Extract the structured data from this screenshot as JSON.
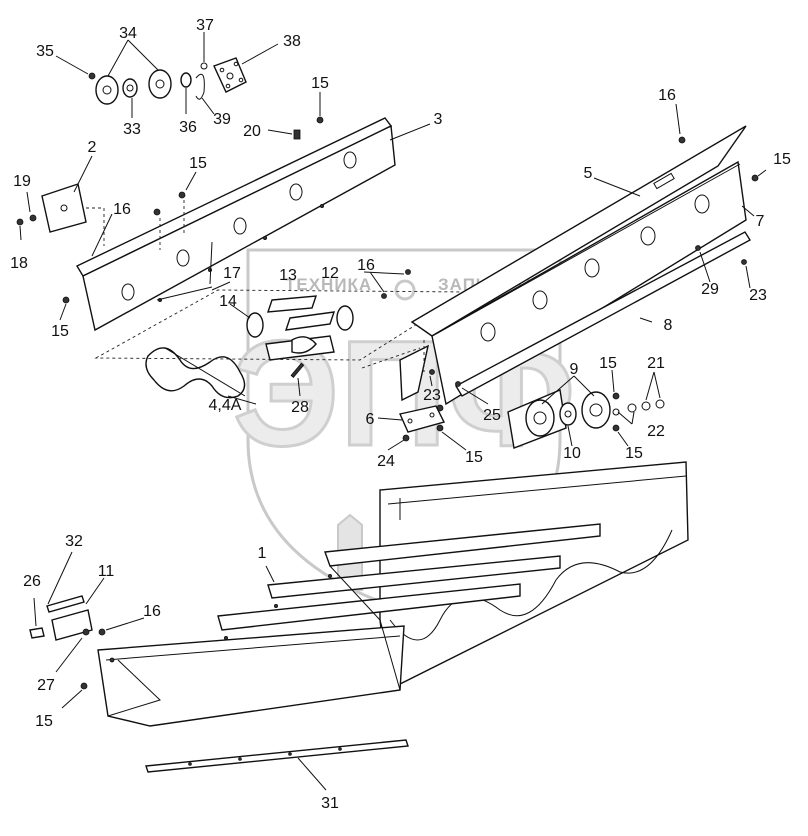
{
  "watermark": {
    "left_text": "ТЕХНИКА",
    "right_text": "ЗАПЧАСТИ",
    "big_text": "ЭПФ"
  },
  "callouts": [
    {
      "id": "c34",
      "label": "34"
    },
    {
      "id": "c35",
      "label": "35"
    },
    {
      "id": "c33",
      "label": "33"
    },
    {
      "id": "c37",
      "label": "37"
    },
    {
      "id": "c38",
      "label": "38"
    },
    {
      "id": "c36",
      "label": "36"
    },
    {
      "id": "c39",
      "label": "39"
    },
    {
      "id": "c15a",
      "label": "15"
    },
    {
      "id": "c3",
      "label": "3"
    },
    {
      "id": "c20",
      "label": "20"
    },
    {
      "id": "c2",
      "label": "2"
    },
    {
      "id": "c19",
      "label": "19"
    },
    {
      "id": "c15b",
      "label": "15"
    },
    {
      "id": "c16a",
      "label": "16"
    },
    {
      "id": "c18",
      "label": "18"
    },
    {
      "id": "c16b",
      "label": "16"
    },
    {
      "id": "c15c",
      "label": "15"
    },
    {
      "id": "c5",
      "label": "5"
    },
    {
      "id": "c15d",
      "label": "15"
    },
    {
      "id": "c7",
      "label": "7"
    },
    {
      "id": "c13",
      "label": "13"
    },
    {
      "id": "c12",
      "label": "12"
    },
    {
      "id": "c16c",
      "label": "16"
    },
    {
      "id": "c17",
      "label": "17"
    },
    {
      "id": "c14",
      "label": "14"
    },
    {
      "id": "c15e",
      "label": "15"
    },
    {
      "id": "c29",
      "label": "29"
    },
    {
      "id": "c23a",
      "label": "23"
    },
    {
      "id": "c8",
      "label": "8"
    },
    {
      "id": "c9",
      "label": "9"
    },
    {
      "id": "c15f",
      "label": "15"
    },
    {
      "id": "c21",
      "label": "21"
    },
    {
      "id": "c23b",
      "label": "23"
    },
    {
      "id": "c25",
      "label": "25"
    },
    {
      "id": "c44a",
      "label": "4,4A"
    },
    {
      "id": "c28",
      "label": "28"
    },
    {
      "id": "c6",
      "label": "6"
    },
    {
      "id": "c22",
      "label": "22"
    },
    {
      "id": "c10",
      "label": "10"
    },
    {
      "id": "c15g",
      "label": "15"
    },
    {
      "id": "c24",
      "label": "24"
    },
    {
      "id": "c15h",
      "label": "15"
    },
    {
      "id": "c1",
      "label": "1"
    },
    {
      "id": "c32",
      "label": "32"
    },
    {
      "id": "c11",
      "label": "11"
    },
    {
      "id": "c26",
      "label": "26"
    },
    {
      "id": "c16d",
      "label": "16"
    },
    {
      "id": "c27",
      "label": "27"
    },
    {
      "id": "c15i",
      "label": "15"
    },
    {
      "id": "c31",
      "label": "31"
    }
  ]
}
